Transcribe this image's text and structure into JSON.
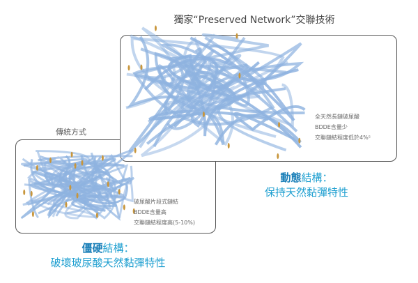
{
  "title": "獨家“Preserved Network”交聯技術",
  "traditional_label": "傳統方式",
  "new_notes": [
    "全天然長鏈玻尿酸",
    "BDDE含量少",
    "交聯鏈結程度低於4%⁵"
  ],
  "old_notes": [
    "玻尿酸片段式鏈結",
    "BDDE含量高",
    "交聯鏈結程度高(5-10%)"
  ],
  "dynamic": {
    "bold": "動態",
    "rest": "結構：",
    "line2": "保持天然黏彈特性"
  },
  "rigid": {
    "bold": "僵硬",
    "rest": "結構：",
    "line2": "破壞玻尿酸天然黏彈特性"
  },
  "colors": {
    "ribbon": "#8fb3e0",
    "crosslink": "#c8963c",
    "accent": "#1e9fd0"
  }
}
